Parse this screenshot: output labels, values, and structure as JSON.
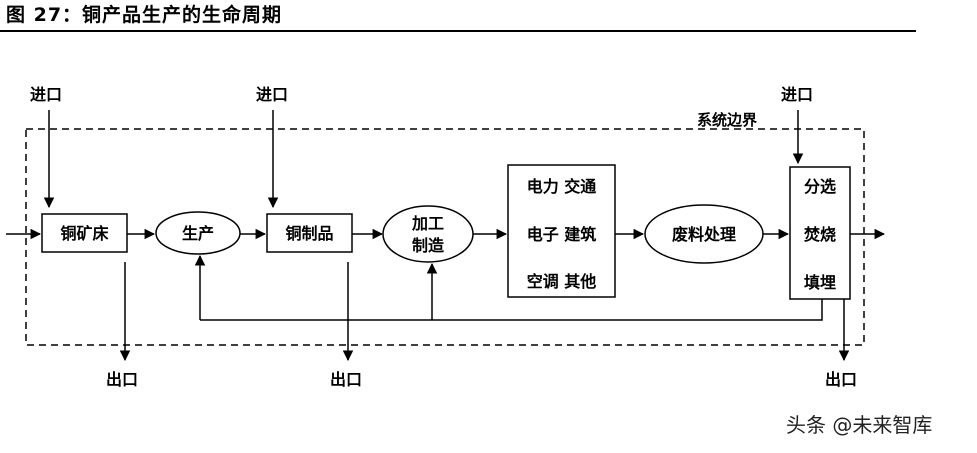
{
  "title": "图 27：铜产品生产的生命周期",
  "labels": {
    "import_left": "进口",
    "import_mid": "进口",
    "import_right": "进口",
    "export_left": "出口",
    "export_mid": "出口",
    "export_right": "出口",
    "boundary": "系统边界",
    "mine": "铜矿床",
    "production": "生产",
    "products": "铜制品",
    "processing_line1": "加工",
    "processing_line2": "制造",
    "uses_row1": "电力 交通",
    "uses_row2": "电子 建筑",
    "uses_row3": "空调 其他",
    "waste": "废料处理",
    "disposal_row1": "分选",
    "disposal_row2": "焚烧",
    "disposal_row3": "填埋"
  },
  "watermark": "头条 @未来智库"
}
